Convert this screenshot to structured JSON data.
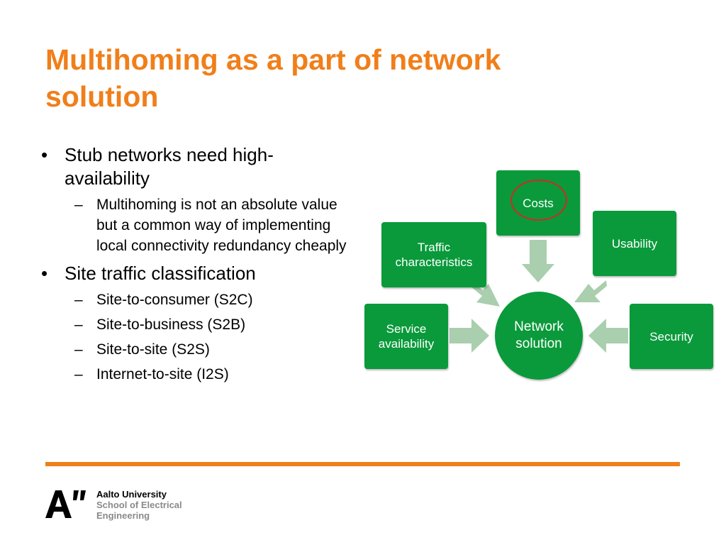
{
  "slide": {
    "title": "Multihoming as a part of network solution",
    "bullets": [
      {
        "marker": "•",
        "text": "Stub networks need high-availability",
        "sub": [
          {
            "marker": "–",
            "text": "Multihoming is not an absolute value but a common way of implementing local connectivity redundancy cheaply"
          }
        ]
      },
      {
        "marker": "•",
        "text": "Site traffic classification",
        "sub": [
          {
            "marker": "–",
            "text": "Site-to-consumer (S2C)"
          },
          {
            "marker": "–",
            "text": "Site-to-business (S2B)"
          },
          {
            "marker": "–",
            "text": "Site-to-site (S2S)"
          },
          {
            "marker": "–",
            "text": "Internet-to-site (I2S)"
          }
        ]
      }
    ]
  },
  "diagram": {
    "center": {
      "line1": "Network",
      "line2": "solution"
    },
    "nodes": {
      "costs": "Costs",
      "usability": "Usability",
      "security": "Security",
      "traffic": {
        "line1": "Traffic",
        "line2": "characteristics"
      },
      "service": {
        "line1": "Service",
        "line2": "availability"
      }
    },
    "highlighted_node": "Costs",
    "colors": {
      "node": "#0a9a3b",
      "arrow": "#a9cfae",
      "highlight": "#d02a25"
    }
  },
  "footer": {
    "logo_mark": "A”",
    "university": "Aalto University",
    "school_line1": "School of Electrical",
    "school_line2": "Engineering"
  },
  "theme": {
    "accent": "#f07f1a"
  }
}
